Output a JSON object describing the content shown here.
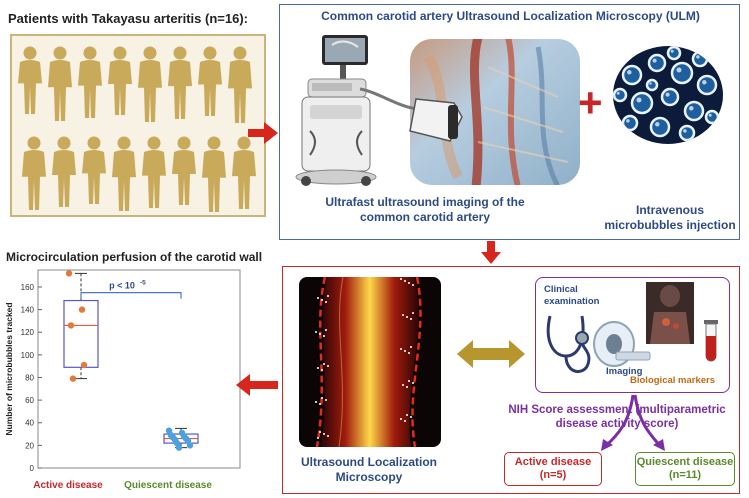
{
  "patients": {
    "title": "Patients with Takayasu arteritis (n=16):",
    "figure_count": 16
  },
  "ulm_panel": {
    "title": "Common carotid artery Ultrasound Localization Microscopy (ULM)",
    "ultrafast_caption_line1": "Ultrafast ultrasound imaging of the",
    "ultrafast_caption_line2": "common carotid artery",
    "microbubbles_caption_line1": "Intravenous",
    "microbubbles_caption_line2": "microbubbles injection",
    "plus": "+"
  },
  "perfusion": {
    "title": "Microcirculation perfusion of the carotid wall"
  },
  "assessment": {
    "ulm_caption_line1": "Ultrasound Localization",
    "ulm_caption_line2": "Microscopy",
    "clinical_label_line1": "Clinical",
    "clinical_label_line2": "examination",
    "imaging_label": "Imaging",
    "biological_label": "Biological markers",
    "nih_line1": "NIH Score assessment (multiparametric",
    "nih_line2": "disease activity score)",
    "active_line1": "Active disease",
    "active_line2": "(n=5)",
    "quiescent_line1": "Quiescent disease",
    "quiescent_line2": "(n=11)"
  },
  "colors": {
    "accent_blue": "#2d4a86",
    "accent_red": "#c62828",
    "accent_purple": "#7b2fa6",
    "accent_green": "#5a8a2a",
    "silhouette": "#c9a95a",
    "bidirectional_arrow": "#b8962e"
  },
  "chart_data": {
    "type": "scatter",
    "title": "",
    "xlabel": "",
    "ylabel": "Number of microbubbles tracked",
    "categories": [
      "Active disease",
      "Quiescent disease"
    ],
    "ylim": [
      0,
      175
    ],
    "yticks": [
      0,
      20,
      40,
      60,
      80,
      100,
      120,
      140,
      160
    ],
    "annotation": "p < 10",
    "annotation_exponent": "-5",
    "series": [
      {
        "name": "Active disease",
        "color": "#e07b3a",
        "points": [
          172,
          140,
          126,
          91,
          79
        ],
        "box": {
          "q1": 89,
          "median": 126,
          "q3": 148,
          "whisker_low": 79,
          "whisker_high": 172
        }
      },
      {
        "name": "Quiescent disease",
        "color": "#4aa3df",
        "points": [
          33,
          31,
          29,
          28,
          27,
          26,
          25,
          24,
          22,
          20,
          18
        ],
        "box": {
          "q1": 22,
          "median": 26,
          "q3": 30,
          "whisker_low": 18,
          "whisker_high": 35
        }
      }
    ]
  }
}
